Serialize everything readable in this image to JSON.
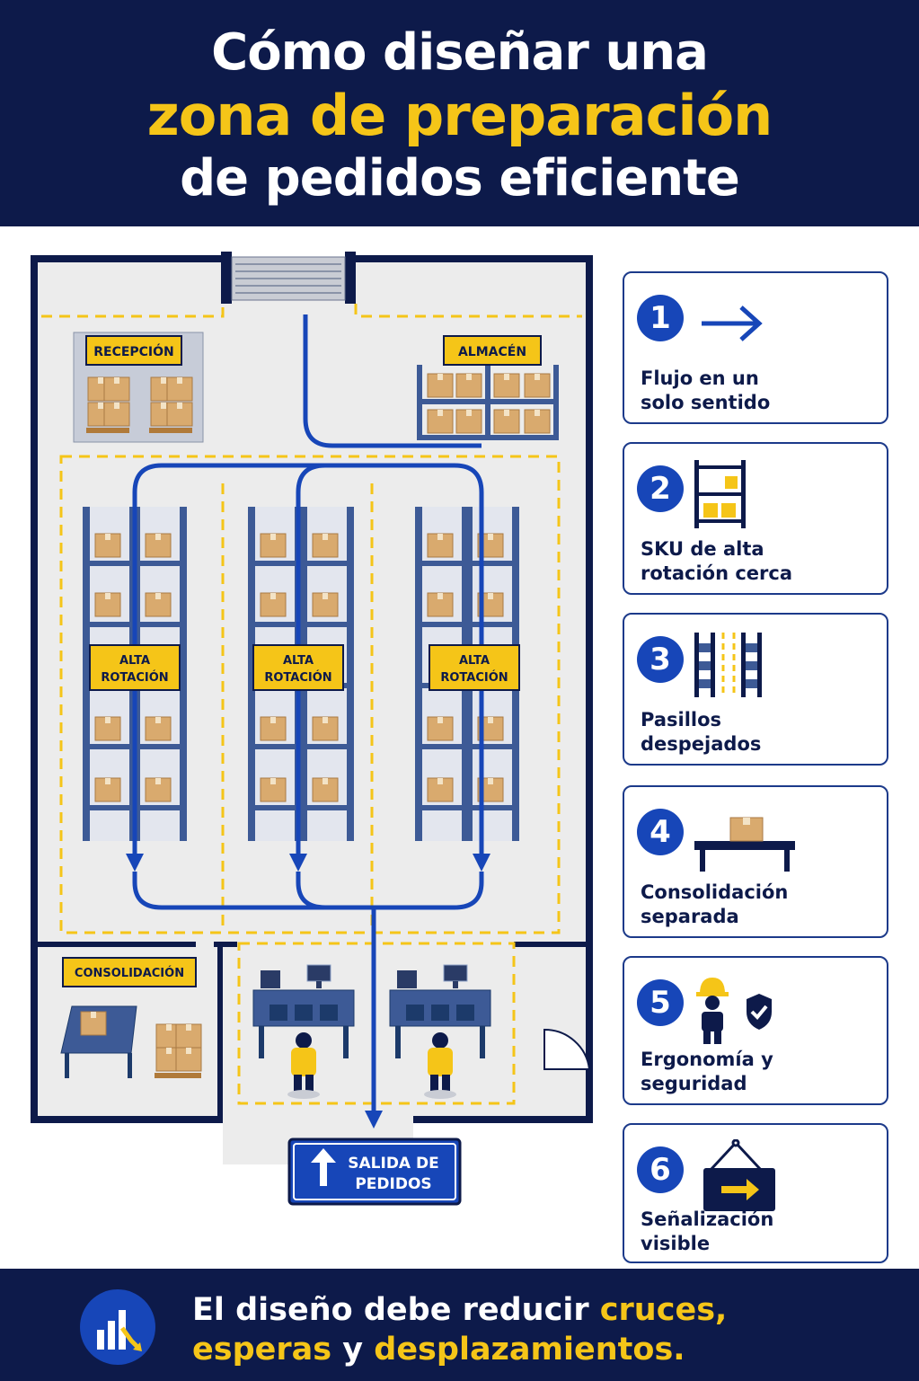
{
  "header": {
    "line1": "Cómo diseñar una",
    "line2": "zona de preparación",
    "line3": "de pedidos eficiente"
  },
  "plan": {
    "reception_label": "RECEPCIÓN",
    "storage_label": "ALMACÉN",
    "high_rotation_line1": "ALTA",
    "high_rotation_line2": "ROTACIÓN",
    "consolidation_label": "CONSOLIDACIÓN",
    "exit_line1": "SALIDA DE",
    "exit_line2": "PEDIDOS"
  },
  "tips": [
    {
      "number": "1",
      "line1": "Flujo en un",
      "line2": "solo sentido",
      "icon": "arrow-right-icon"
    },
    {
      "number": "2",
      "line1": "SKU de alta",
      "line2": "rotación cerca",
      "icon": "shelf-icon"
    },
    {
      "number": "3",
      "line1": "Pasillos",
      "line2": "despejados",
      "icon": "clear-aisle-icon"
    },
    {
      "number": "4",
      "line1": "Consolidación",
      "line2": "separada",
      "icon": "consolidation-table-icon"
    },
    {
      "number": "5",
      "line1": "Ergonomía y",
      "line2": "seguridad",
      "icon": "worker-safety-icon"
    },
    {
      "number": "6",
      "line1": "Señalización",
      "line2": "visible",
      "icon": "sign-icon"
    }
  ],
  "footer": {
    "part1": "El diseño debe reducir ",
    "highlight1": "cruces,",
    "highlight2": "esperas",
    "part2": " y ",
    "highlight3": "desplazamientos."
  },
  "colors": {
    "navy": "#0d1a4a",
    "yellow": "#f5c518",
    "blue": "#1746b8",
    "rack": "#3d5a96",
    "box": "#d9aa6e"
  }
}
